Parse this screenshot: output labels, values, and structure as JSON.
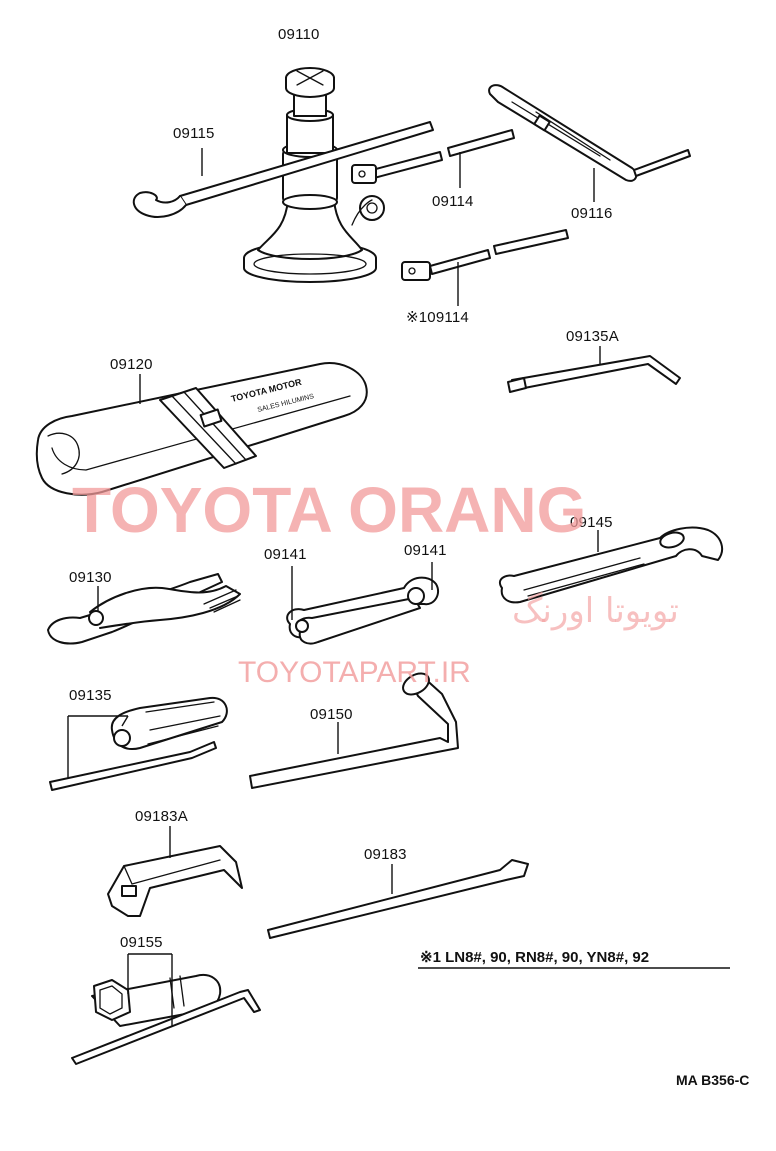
{
  "parts": {
    "p09110": "09110",
    "p09115": "09115",
    "p09114a": "09114",
    "p09116": "09116",
    "p09114b": "※109114",
    "p09135a": "09135A",
    "p09120": "09120",
    "p09145": "09145",
    "p09130": "09130",
    "p09141a": "09141",
    "p09141b": "09141",
    "p09135": "09135",
    "p09150": "09150",
    "p09183a": "09183A",
    "p09183": "09183",
    "p09155": "09155"
  },
  "bag_text": {
    "line1": "TOYOTA MOTOR",
    "line2": "SALES HILUMINS"
  },
  "watermark": {
    "brand": "TOYOTA ORANG",
    "persian": "تویوتا اورنگ",
    "url": "TOYOTAPART.IR",
    "color": "#f19a9a"
  },
  "footnote": "※1 LN8#, 90, RN8#, 90, YN8#, 92",
  "diagram_code": "MA B356-C"
}
